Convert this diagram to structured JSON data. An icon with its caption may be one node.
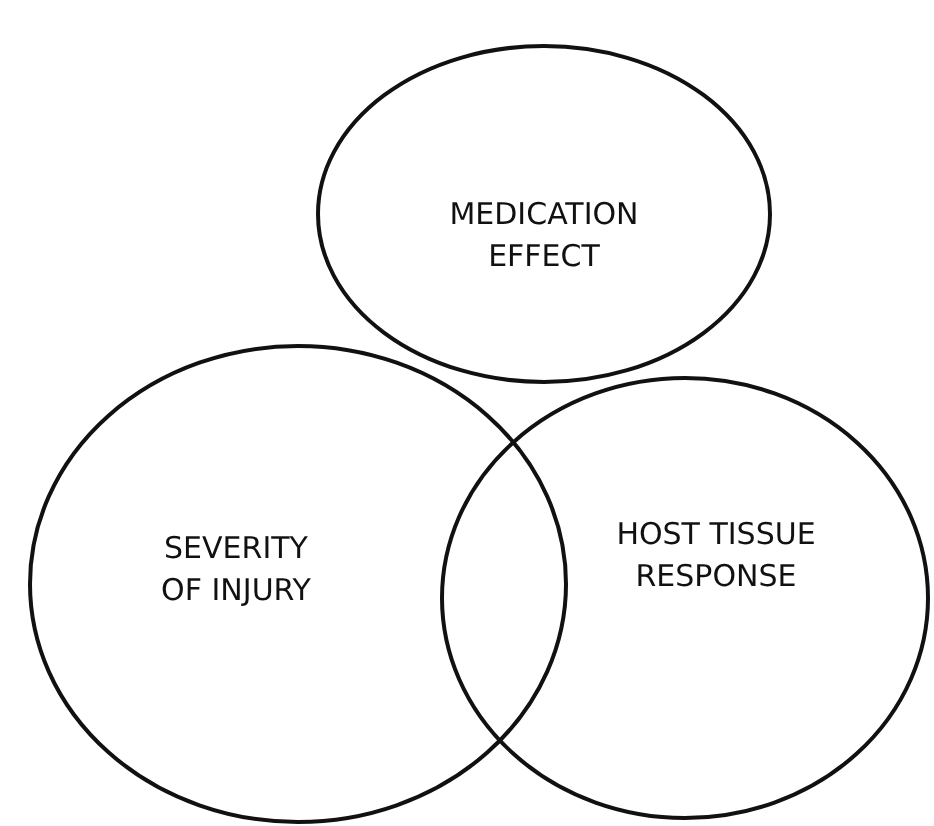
{
  "diagram": {
    "nodes": [
      {
        "text": [
          "MEDICATION EFFECT"
        ]
      },
      {
        "text": [
          "SEVERITY OF INJURY"
        ]
      },
      {
        "text": [
          "HOST TISSUE RESPONSE"
        ]
      }
    ]
  }
}
